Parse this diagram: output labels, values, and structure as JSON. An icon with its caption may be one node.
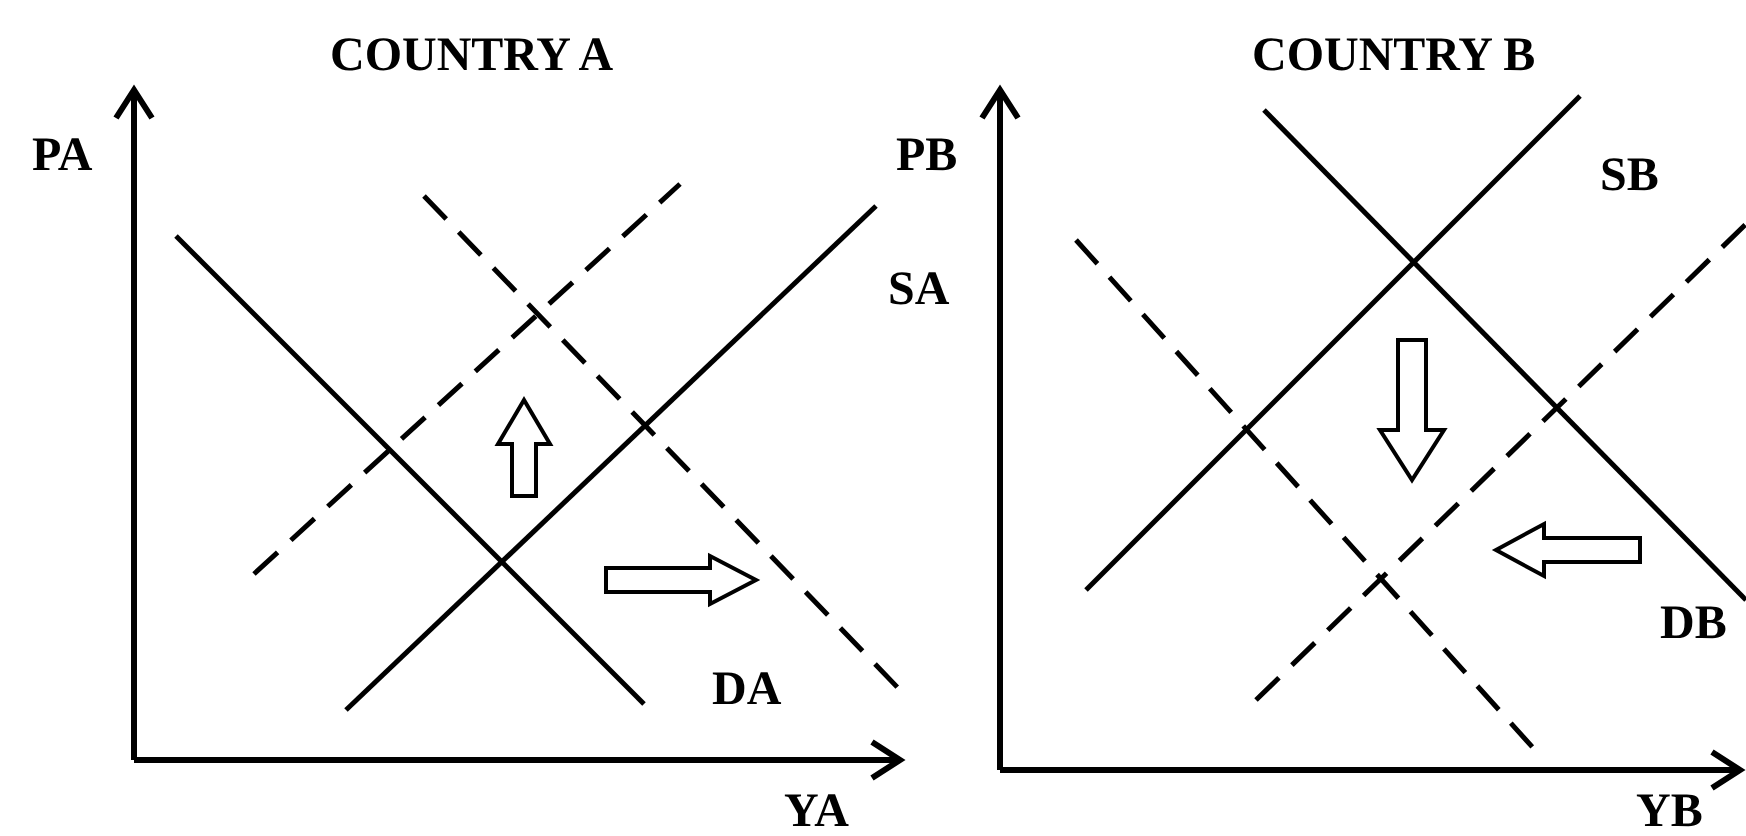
{
  "diagram": {
    "labels": [
      "COUNTRY A",
      "COUNTRY B",
      "PA",
      "PB",
      "SB",
      "SA",
      "DB",
      "DA",
      "YA",
      "YB"
    ]
  }
}
